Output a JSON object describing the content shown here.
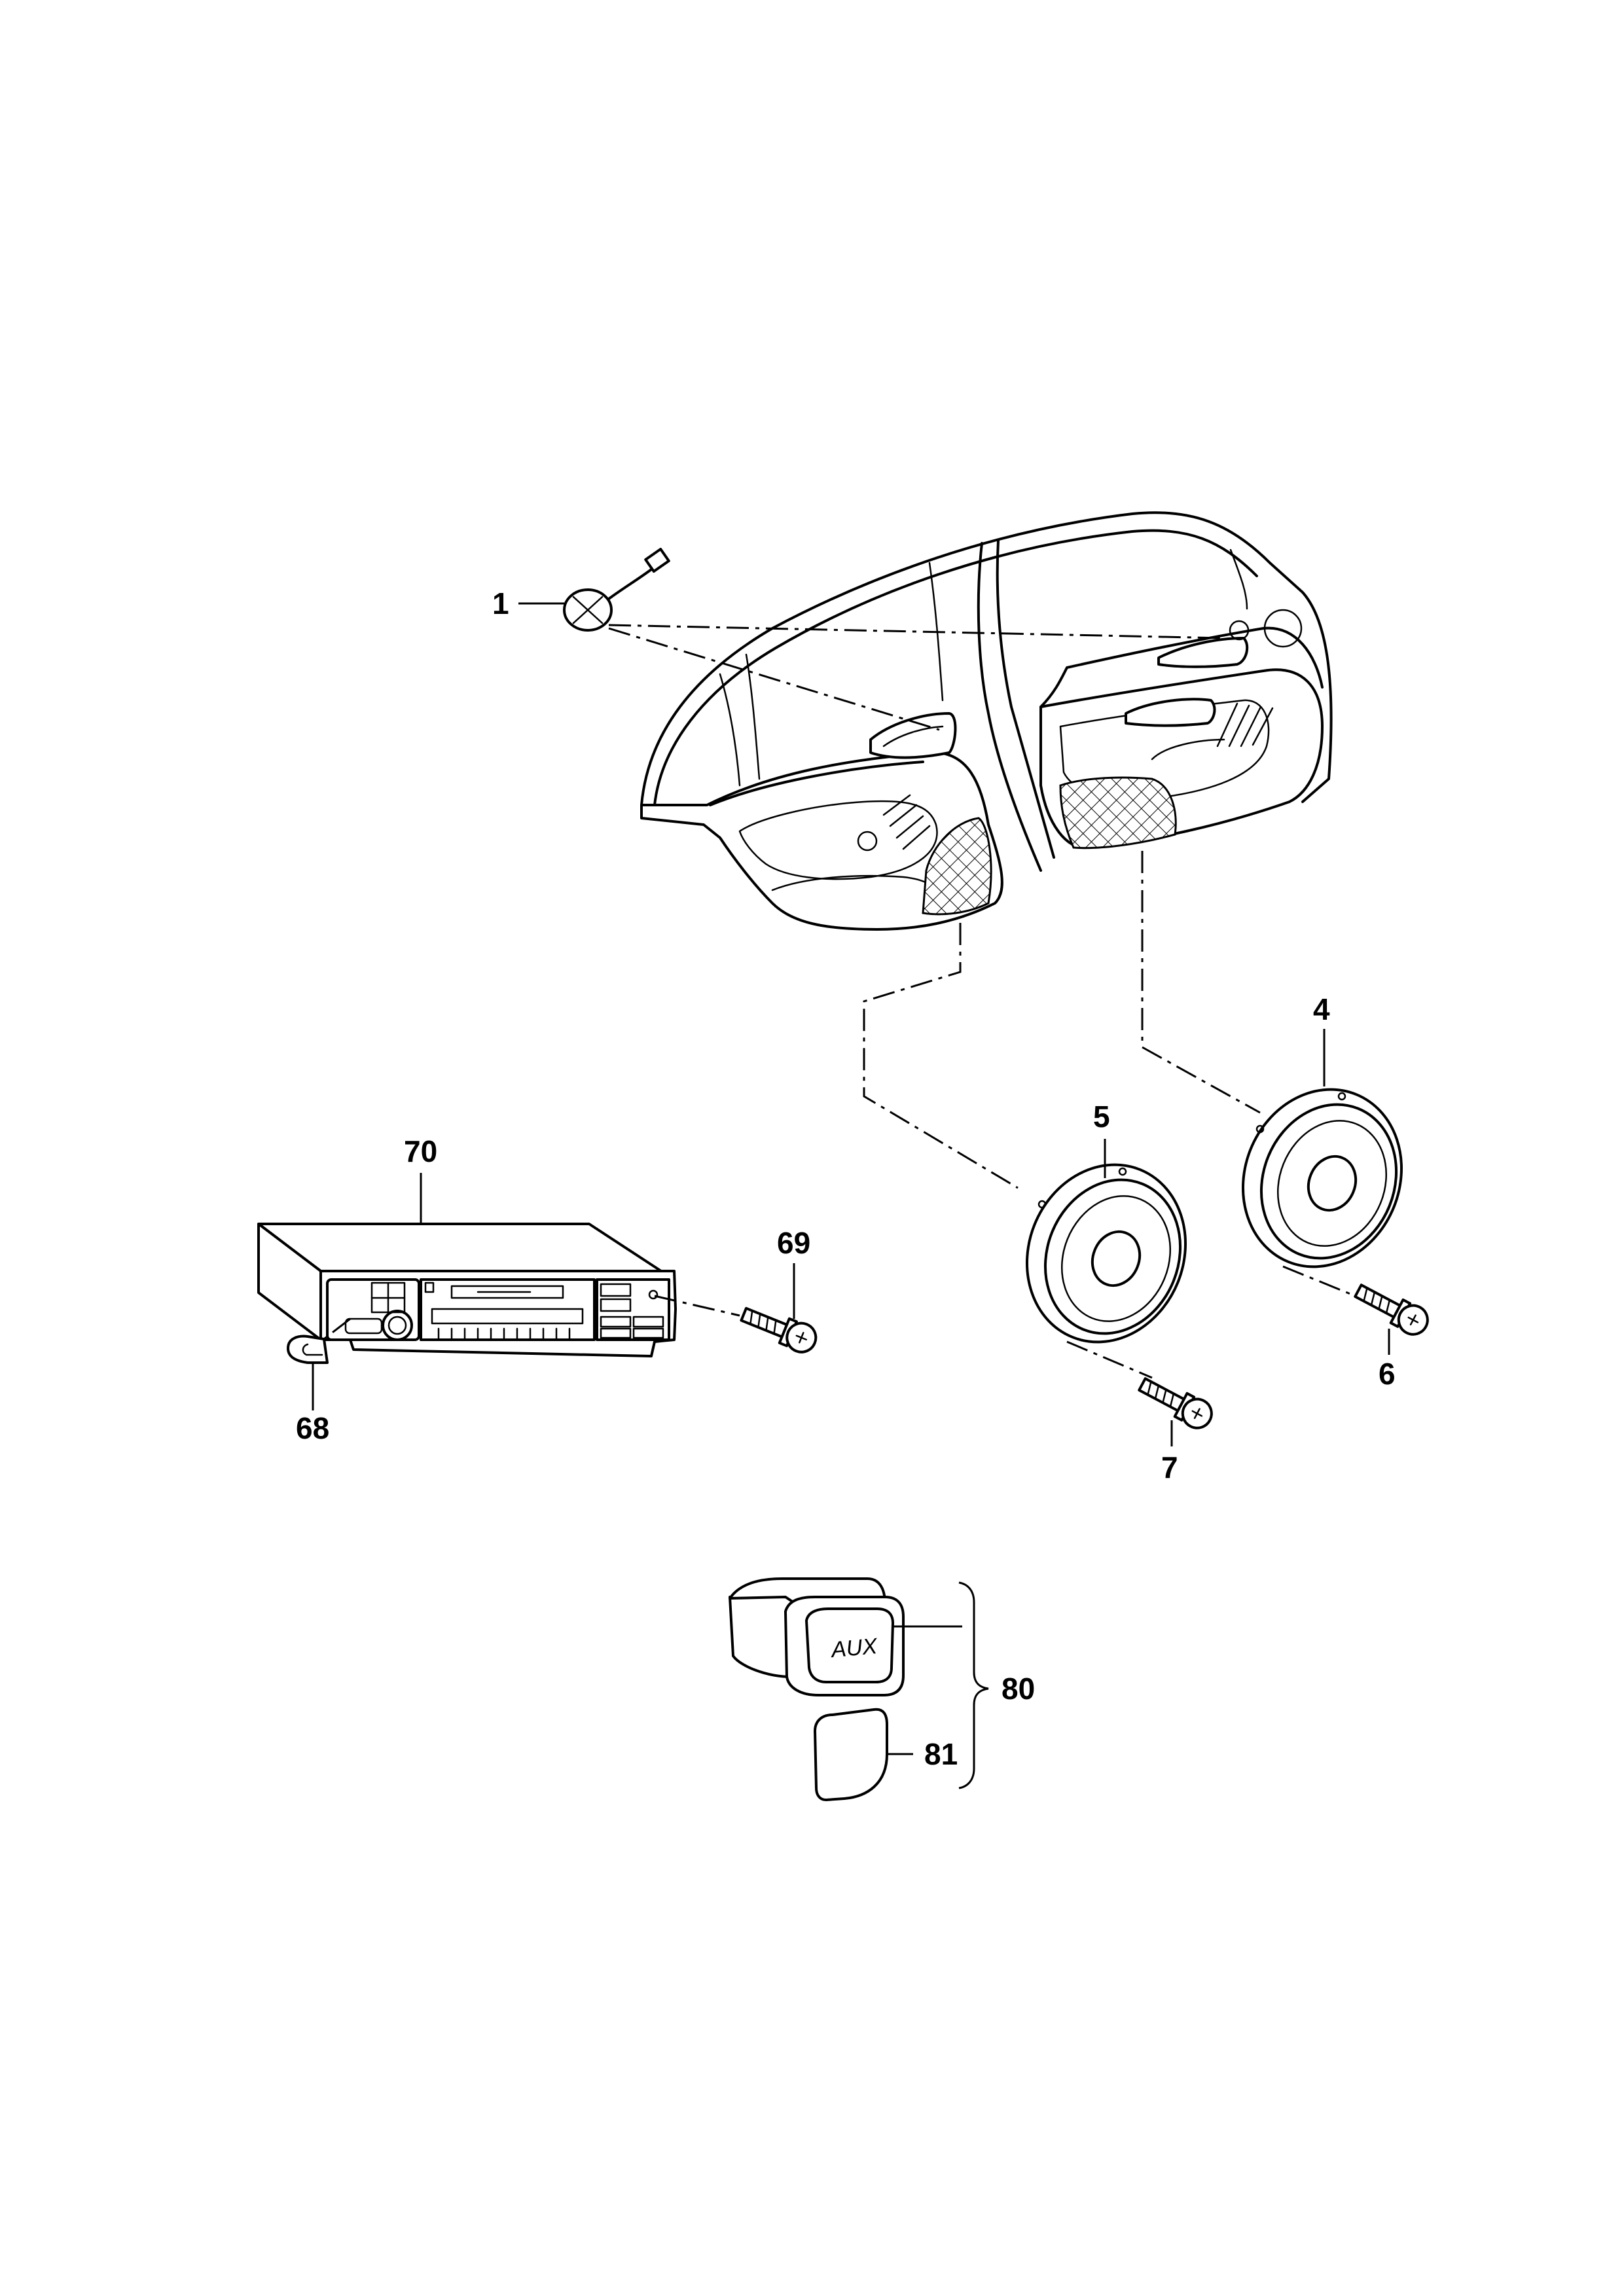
{
  "callouts": {
    "c1": "1",
    "c4": "4",
    "c5": "5",
    "c6": "6",
    "c7": "7",
    "c68": "68",
    "c69": "69",
    "c70": "70",
    "c80": "80",
    "c81": "81"
  },
  "aux_label": "AUX"
}
